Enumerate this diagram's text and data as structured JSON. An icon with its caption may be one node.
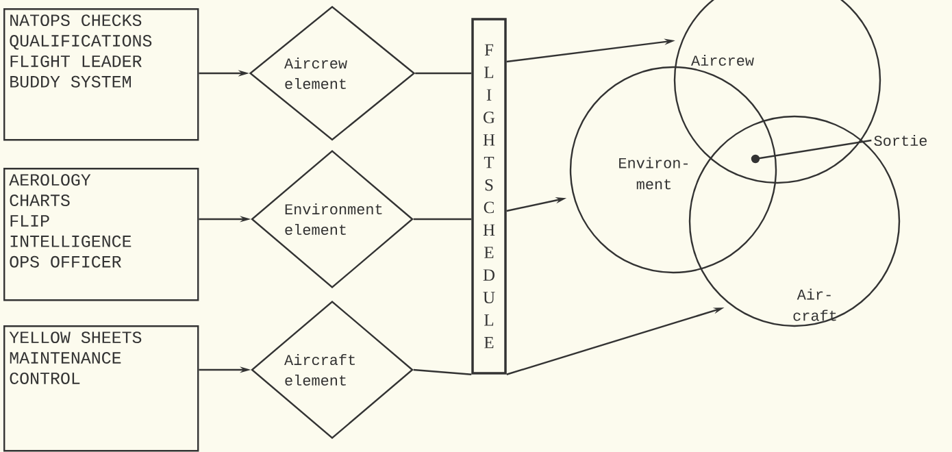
{
  "diagram": {
    "nodes": [
      {
        "text": [
          "NATOPS CHECKS",
          "QUALIFICATIONS",
          "FLIGHT LEADER",
          "BUDDY SYSTEM"
        ]
      },
      {
        "text": [
          "AEROLOGY",
          "CHARTS",
          "FLIP",
          "INTELLIGENCE",
          "OPS OFFICER"
        ]
      },
      {
        "text": [
          "YELLOW SHEETS",
          "MAINTENANCE",
          "CONTROL"
        ]
      },
      {
        "text": [
          "Aircrew element"
        ]
      },
      {
        "text": [
          "Environment element"
        ]
      },
      {
        "text": [
          "Aircraft element"
        ]
      },
      {
        "text": [
          "FLIGHT SCHEDULE"
        ]
      },
      {
        "text": [
          "Aircrew"
        ]
      },
      {
        "text": [
          "Environ- ment"
        ]
      },
      {
        "text": [
          "Air- craft"
        ]
      },
      {
        "text": [
          "Sortie"
        ]
      },
      {
        "text": [],
        "shape": "circle"
      }
    ],
    "edges": [
      {
        "from": 0,
        "to": 3,
        "arrow": "to"
      },
      {
        "from": 1,
        "to": 4,
        "arrow": "to"
      },
      {
        "from": 2,
        "to": 5,
        "arrow": "to"
      },
      {
        "from": 3,
        "to": 6,
        "arrow": "none"
      },
      {
        "from": 4,
        "to": 6,
        "arrow": "none"
      },
      {
        "from": 5,
        "to": 6,
        "arrow": "none"
      },
      {
        "from": 6,
        "to": 7,
        "arrow": "to"
      },
      {
        "from": 6,
        "to": 8,
        "arrow": "to"
      },
      {
        "from": 6,
        "to": 9,
        "arrow": "to"
      },
      {
        "from": 10,
        "to": 11,
        "arrow": "none"
      }
    ]
  }
}
